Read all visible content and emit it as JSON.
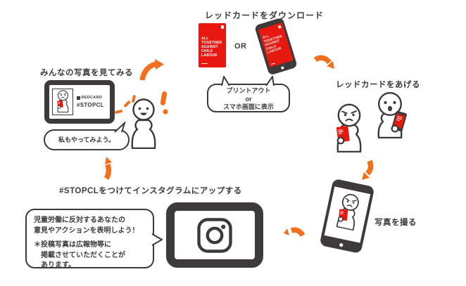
{
  "colors": {
    "dark": "#3e3a39",
    "red": "#e6180f",
    "orange": "#f0701e",
    "white": "#ffffff"
  },
  "view": {
    "title": "みんなの写真を見てみる",
    "screen_brand": "REDCARD",
    "screen_hashtag": "#STOPCL",
    "bubble_text": "私もやってみよう。"
  },
  "download": {
    "title": "レッドカードをダウンロード",
    "card_lines": [
      "ALL",
      "TOGETHER",
      "AGAINST",
      "CHILD",
      "LABOUR"
    ],
    "or_label": "OR",
    "bubble_line1": "プリントアウト",
    "bubble_line2": "or",
    "bubble_line3": "スマホ画面に表示"
  },
  "give": {
    "title": "レッドカードをあげる"
  },
  "photo": {
    "title": "写真を撮る"
  },
  "instagram": {
    "title": "#STOPCLをつけてインスタグラムにアップする",
    "note_line1": "児童労働に反対するあなたの",
    "note_line2": "意見やアクションを表明しよう！",
    "note_line3": "＊投稿写真は広報物等に",
    "note_line4": "　掲載させていただくことが",
    "note_line5": "　あります。"
  }
}
